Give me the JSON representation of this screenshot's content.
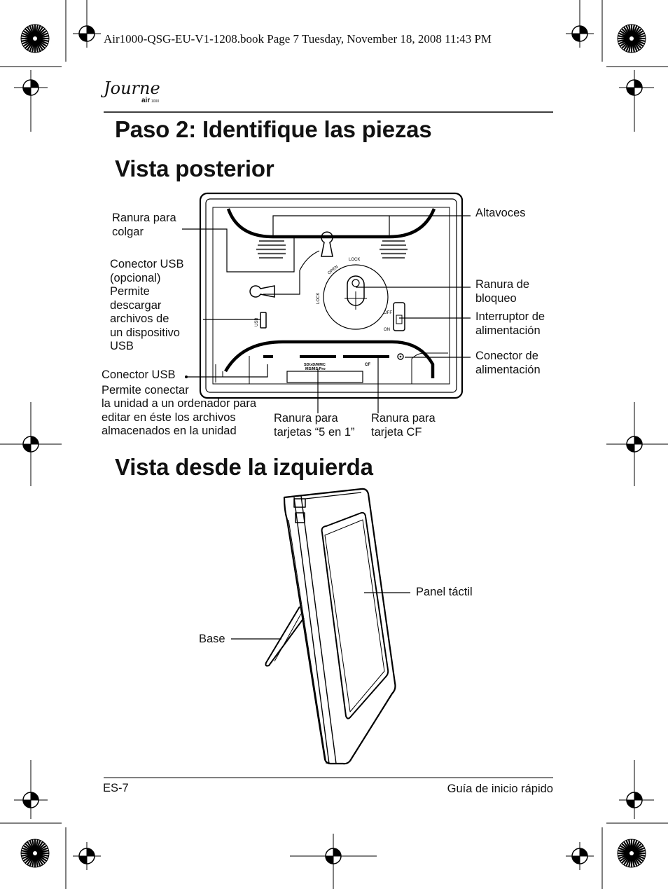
{
  "header": {
    "file_line": "Air1000-QSG-EU-V1-1208.book  Page 7  Tuesday, November 18, 2008  11:43 PM",
    "logo_text": "Journe",
    "logo_sub": "air",
    "logo_small": "1000"
  },
  "title": "Paso 2: Identifique las piezas",
  "section_rear": {
    "heading": "Vista posterior",
    "device_text": {
      "lock": "LOCK",
      "open": "OPEN",
      "lock_side": "LOCK",
      "off": "OFF",
      "on": "ON",
      "usb": "USB",
      "cards": "SD/xD/MMC",
      "cards2": "MS/MS Pro",
      "cf": "CF"
    },
    "labels": {
      "hang_slot": [
        "Ranura para",
        "colgar"
      ],
      "usb_optional": [
        "Conector USB",
        "(opcional)",
        "Permite",
        "descargar",
        "archivos de",
        "un dispositivo",
        "USB"
      ],
      "usb_connector": [
        "Conector USB",
        "Permite conectar",
        "la unidad a un ordenador para",
        "editar en éste los archivos",
        "almacenados en la unidad"
      ],
      "speakers": [
        "Altavoces"
      ],
      "lock_slot": [
        "Ranura de",
        "bloqueo"
      ],
      "power_switch": [
        "Interruptor de",
        "alimentación"
      ],
      "power_connector": [
        "Conector de",
        "alimentación"
      ],
      "card_slot_5in1": [
        "Ranura para",
        "tarjetas “5 en 1”"
      ],
      "card_slot_cf": [
        "Ranura para",
        "tarjeta CF"
      ]
    }
  },
  "section_left": {
    "heading": "Vista desde la izquierda",
    "labels": {
      "touch_panel": "Panel táctil",
      "base": "Base"
    }
  },
  "footer": {
    "page": "ES-7",
    "guide": "Guía de inicio rápido"
  }
}
